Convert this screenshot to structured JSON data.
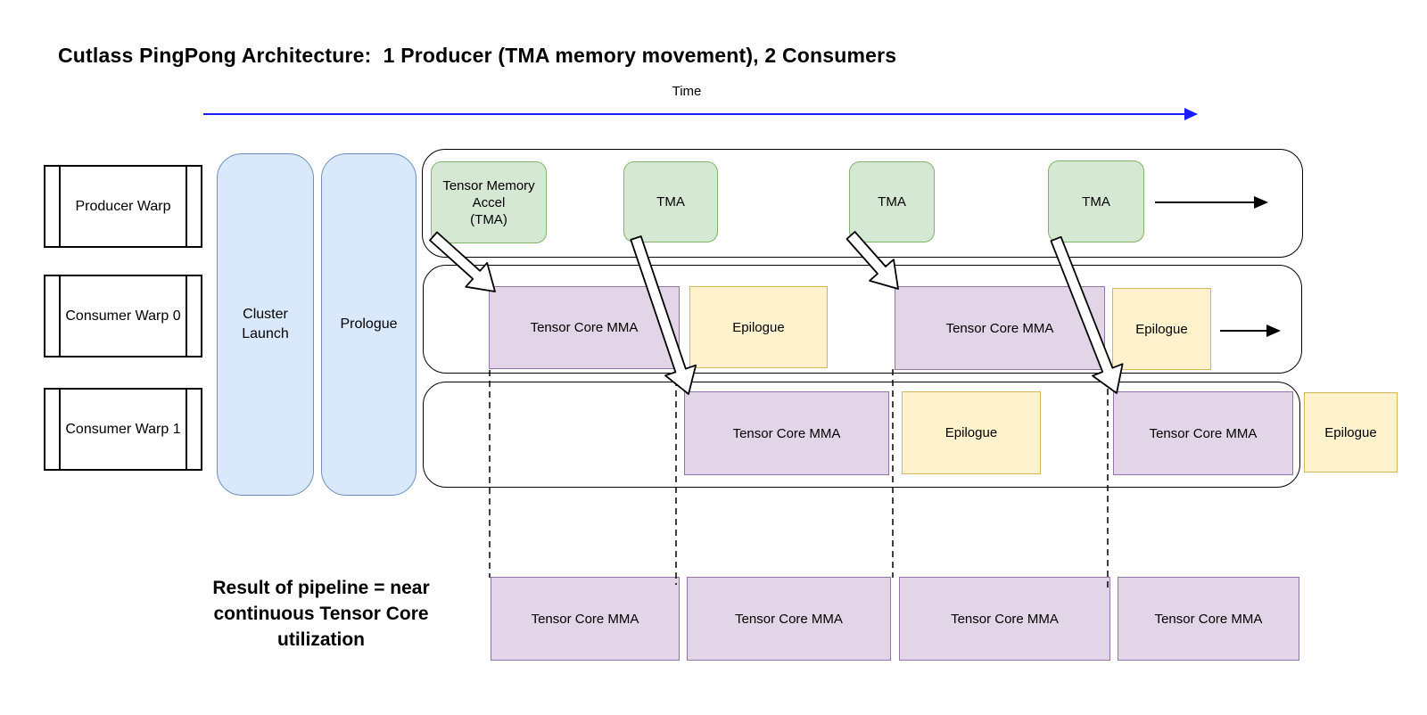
{
  "title": "Cutlass PingPong Architecture:  1 Producer (TMA memory movement), 2 Consumers",
  "time_axis": {
    "label": "Time"
  },
  "warps": {
    "producer": {
      "label": "Producer Warp"
    },
    "consumer0": {
      "label": "Consumer Warp 0"
    },
    "consumer1": {
      "label": "Consumer Warp 1"
    }
  },
  "stages": {
    "cluster_launch": {
      "label": "Cluster Launch"
    },
    "prologue": {
      "label": "Prologue"
    }
  },
  "producer_lane": {
    "tma_blocks": [
      "Tensor Memory\nAccel\n(TMA)",
      "TMA",
      "TMA",
      "TMA"
    ]
  },
  "consumer0_lane": {
    "blocks": [
      {
        "label": "Tensor Core MMA",
        "type": "mma"
      },
      {
        "label": "Epilogue",
        "type": "epilogue"
      },
      {
        "label": "Tensor Core MMA",
        "type": "mma"
      },
      {
        "label": "Epilogue",
        "type": "epilogue"
      }
    ]
  },
  "consumer1_lane": {
    "blocks": [
      {
        "label": "Tensor Core MMA",
        "type": "mma"
      },
      {
        "label": "Epilogue",
        "type": "epilogue"
      },
      {
        "label": "Tensor Core MMA",
        "type": "mma"
      },
      {
        "label": "Epilogue",
        "type": "epilogue"
      }
    ]
  },
  "result": {
    "caption": "Result of pipeline = near continuous Tensor Core utilization",
    "blocks": [
      "Tensor Core MMA",
      "Tensor Core MMA",
      "Tensor Core MMA",
      "Tensor Core MMA"
    ]
  },
  "colors": {
    "tma_fill": "#d5e8d4",
    "tma_stroke": "#82b366",
    "mma_fill": "#e1d5e7",
    "mma_stroke": "#9673a6",
    "epilogue_fill": "#fff2cc",
    "epilogue_stroke": "#d6b656",
    "stage_fill": "#dae8fc",
    "stage_stroke": "#6c8ebf",
    "time_arrow": "#1b1bff",
    "outline": "#000000"
  }
}
